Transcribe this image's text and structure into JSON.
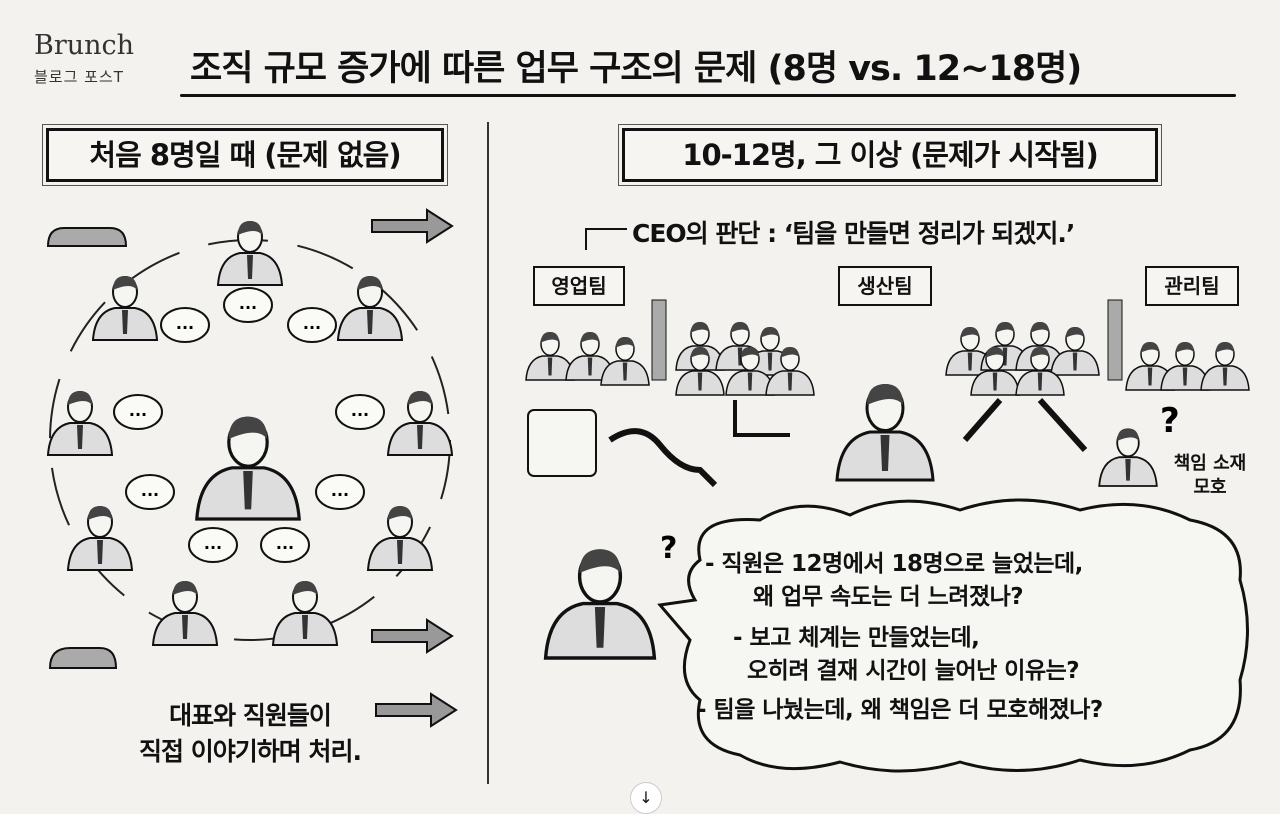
{
  "brand": {
    "name": "Brunch",
    "sub": "블로그 포스T"
  },
  "title": "조직 규모 증가에 따른 업무 구조의 문제 (8명 vs. 12~18명)",
  "left": {
    "heading": "처음 8명일 때 (문제 없음)",
    "caption": [
      "대표와 직원들이",
      "직접 이야기하며 처리."
    ],
    "bubble": "..."
  },
  "right": {
    "heading": "10-12명, 그 이상 (문제가 시작됨)",
    "ceo_judgement": "CEO의 판단 : ‘팀을 만들면 정리가 되겠지.’",
    "teams": [
      "영업팀",
      "생산팀",
      "관리팀"
    ],
    "note": [
      "책임 소재",
      "모호"
    ],
    "question_mark": "?",
    "questions": [
      "- 직원은 12명에서 18명으로 늘었는데,",
      "왜 업무 속도는 더 느려졌나?",
      "- 보고 체계는 만들었는데,",
      "오히려 결재 시간이 늘어난 이유는?",
      "- 팀을 나눴는데, 왜 책임은 더 모호해졌나?"
    ]
  },
  "scroll_icon": "arrow-down-icon",
  "scroll_glyph": "↓"
}
